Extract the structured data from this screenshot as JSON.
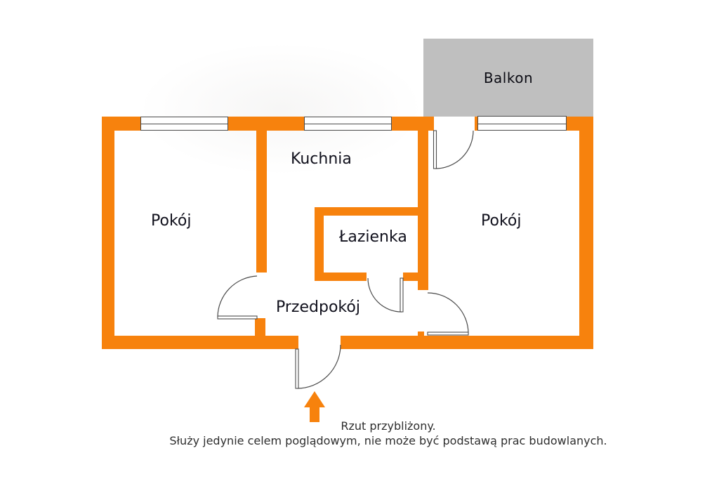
{
  "title": "Floor plan",
  "colors": {
    "wall": "#F7820D",
    "balcony": "#BFBFBF",
    "line": "#4a4a4a",
    "label": "#10101c",
    "footer": "#2e2e2e"
  },
  "rooms": {
    "balkon": {
      "label": "Balkon"
    },
    "kuchnia": {
      "label": "Kuchnia"
    },
    "pokoj_left": {
      "label": "Pokój"
    },
    "pokoj_right": {
      "label": "Pokój"
    },
    "lazienka": {
      "label": "Łazienka"
    },
    "przedpokoj": {
      "label": "Przedpokój"
    }
  },
  "footer": {
    "line1": "Rzut przybliżony.",
    "line2": "Służy jedynie celem poglądowym, nie może być podstawą prac budowlanych."
  }
}
